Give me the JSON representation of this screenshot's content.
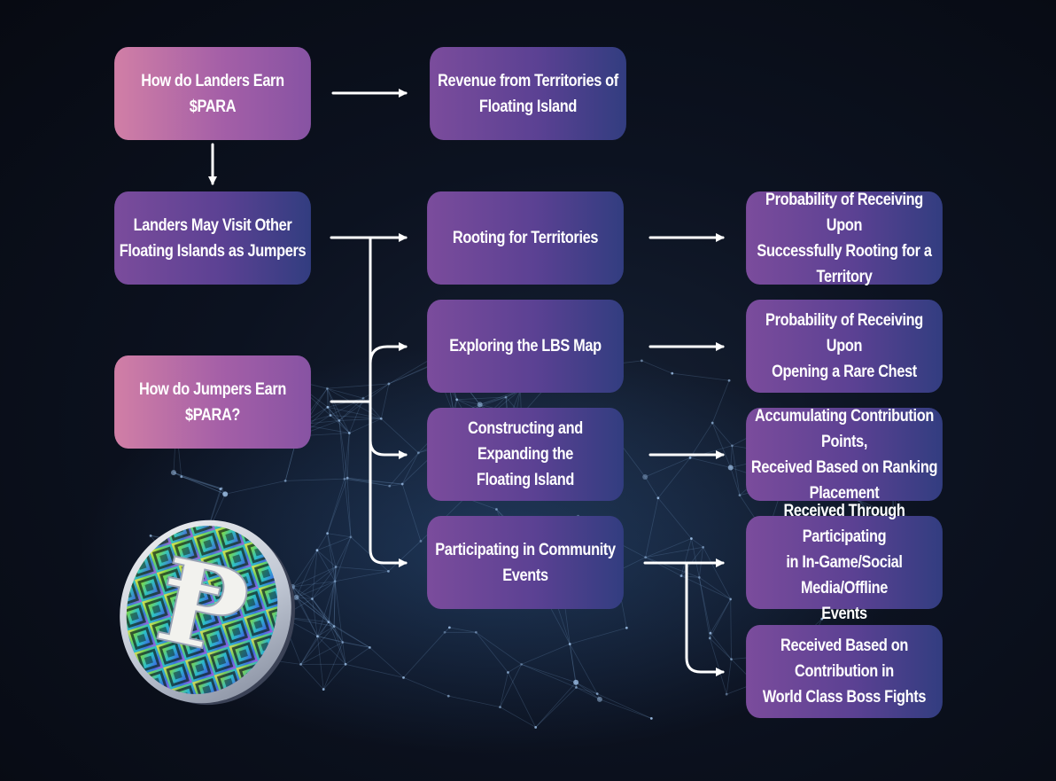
{
  "colors": {
    "pink_start": "#d17fa6",
    "purple_start": "#7b4c9c",
    "navy_end": "#323d80",
    "arrow": "#ffffff"
  },
  "nodes": {
    "landers_question": "How do Landers Earn $PARA",
    "landers_revenue": "Revenue from Territories of\nFloating Island",
    "landers_visit": "Landers May Visit Other\nFloating Islands as Jumpers",
    "jumpers_question": "How do Jumpers Earn $PARA?",
    "rooting": "Rooting for Territories",
    "exploring": "Exploring the LBS Map",
    "constructing": "Constructing and Expanding the\nFloating Island",
    "participating": "Participating in Community Events",
    "rooting_reward": "Probability of Receiving Upon\nSuccessfully Rooting for a\nTerritory",
    "exploring_reward": "Probability of Receiving Upon\nOpening a Rare Chest",
    "constructing_reward": "Accumulating Contribution Points,\nReceived Based on Ranking\nPlacement",
    "participating_reward_1": "Received Through Participating\nin In-Game/Social Media/Offline\nEvents",
    "participating_reward_2": "Received Based on Contribution in\nWorld Class Boss Fights"
  },
  "coin": {
    "symbol": "Ᵽ",
    "icon": "para-coin-icon"
  }
}
